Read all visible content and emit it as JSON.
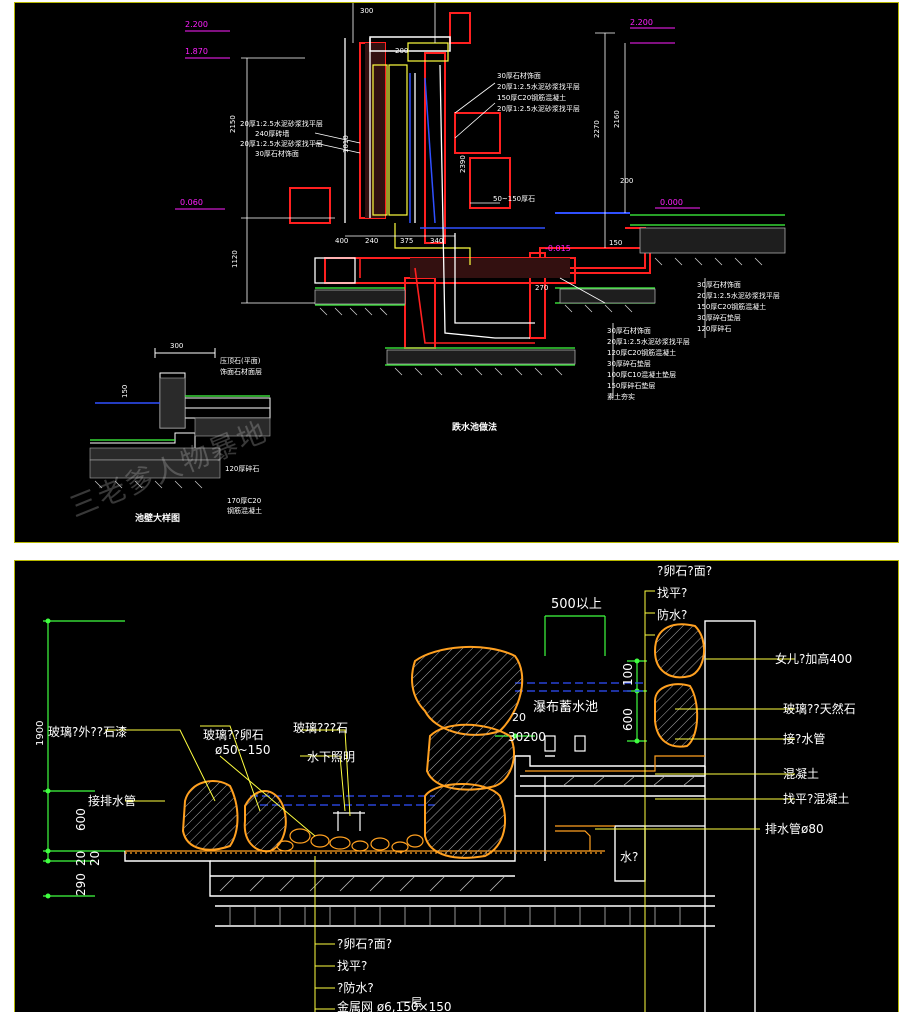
{
  "colors": {
    "frame": "#b7b700",
    "red": "#ff2020",
    "white": "#ffffff",
    "yellow": "#ffff40",
    "green": "#40ff40",
    "magenta": "#ff20ff",
    "blue": "#3050ff",
    "orange": "#ffa020",
    "cyan": "#20ffff"
  },
  "top": {
    "section_title": "跌水池做法",
    "detail_title": "池壁大样图",
    "watermark": "三老爹人物暴地",
    "elevations": [
      "2.200",
      "1.870",
      "0.060",
      "0.000",
      "-0.015",
      "2.200"
    ],
    "dims": [
      "2150",
      "1120",
      "2270",
      "2160",
      "2390",
      "1010",
      "200",
      "300",
      "400",
      "240",
      "375",
      "340",
      "150",
      "200",
      "270"
    ],
    "left_notes": [
      "20厚1:2.5水泥砂浆找平层",
      "240厚砖墙",
      "20厚1:2.5水泥砂浆找平层",
      "30厚石材饰面"
    ],
    "right_upper_notes": [
      "30厚石材饰面",
      "20厚1:2.5水泥砂浆找平层",
      "150厚C20钢筋混凝土",
      "20厚1:2.5水泥砂浆找平层"
    ],
    "middle_note": "50~150厚石",
    "right_floor_notes": [
      "30厚石材饰面",
      "20厚1:2.5水泥砂浆找平层",
      "150厚C20钢筋混凝土",
      "30厚碎石垫层",
      "120厚碎石"
    ],
    "bottom_notes": [
      "30厚石材饰面",
      "20厚1:2.5水泥砂浆找平层",
      "120厚C20钢筋混凝土",
      "30厚碎石垫层",
      "100厚C10混凝土垫层",
      "150厚碎石垫层",
      "素土夯实"
    ],
    "detail_notes": [
      "压顶石(平面)",
      "饰面石材面层",
      "120厚碎石",
      "170厚C20",
      "钢筋混凝土"
    ],
    "detail_dims": [
      "300",
      "150"
    ]
  },
  "bottom": {
    "labels": {
      "outer_paint": "玻璃?外??石漆",
      "cobble": "玻璃??卵石",
      "cobble_size": "ø50~150",
      "stone": "玻璃???石",
      "underwater_light": "水下照明",
      "drain": "接排水管",
      "span": "500以上",
      "pool": "瀑布蓄水池",
      "parapet": "女儿?加高400",
      "natural_stone": "玻璃??天然石",
      "water_pipe": "接?水管",
      "concrete": "混凝土",
      "screed_concrete": "找平?混凝土",
      "drain_pipe": "排水管ø80",
      "tank": "水?",
      "top_stack": [
        "?卵石?面?",
        "找平?",
        "防水?"
      ],
      "bottom_stack": [
        "?卵石?面?",
        "找平?",
        "?防水?",
        "金属网 ø6,150×150"
      ],
      "overlap": "一层"
    },
    "dims": [
      "1900",
      "600",
      "20",
      "290",
      "20",
      "30",
      "200",
      "100",
      "600"
    ]
  }
}
